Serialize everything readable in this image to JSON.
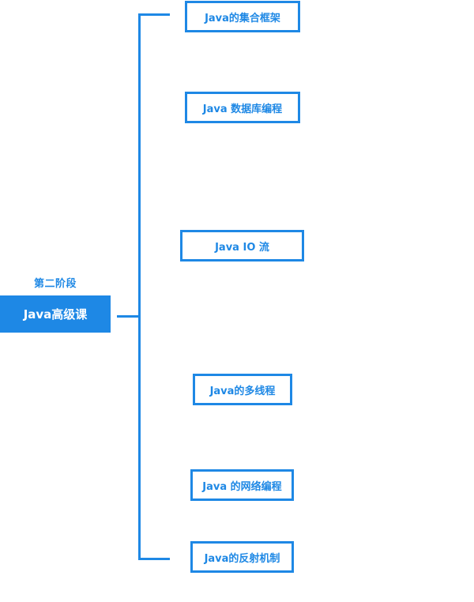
{
  "diagram": {
    "stage_label": "第二阶段",
    "root": {
      "label": "Java高级课"
    },
    "branches": [
      {
        "label": "Java的集合框架"
      },
      {
        "label": "Java 数据库编程"
      },
      {
        "label": "Java IO 流"
      },
      {
        "label": "Java的多线程"
      },
      {
        "label": "Java 的网络编程"
      },
      {
        "label": "Java的反射机制"
      }
    ],
    "colors": {
      "accent": "#1e88e5",
      "background": "#ffffff",
      "root_text": "#ffffff"
    }
  }
}
